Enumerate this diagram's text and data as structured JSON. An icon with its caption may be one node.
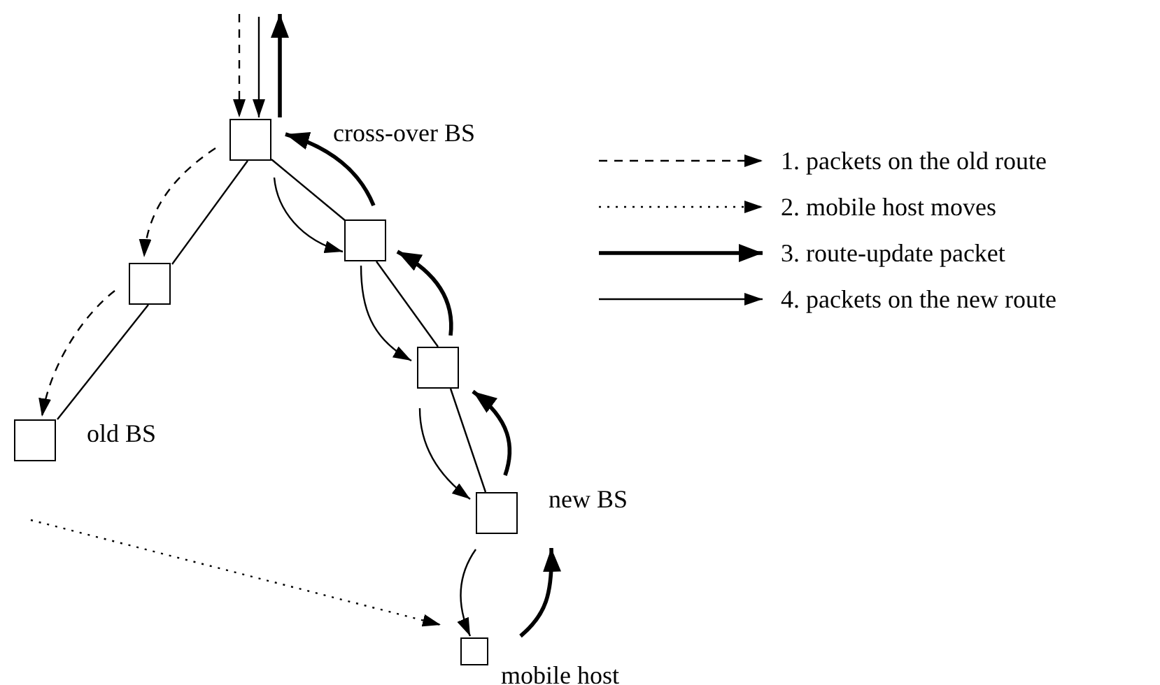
{
  "diagram": {
    "nodes": [
      {
        "text": [],
        "shape": "box",
        "beside": [
          "cross-over BS"
        ]
      },
      {
        "text": [],
        "shape": "box"
      },
      {
        "text": [],
        "shape": "box",
        "beside": [
          "old BS"
        ]
      },
      {
        "text": [],
        "shape": "box"
      },
      {
        "text": [],
        "shape": "box"
      },
      {
        "text": [],
        "shape": "box",
        "beside": [
          "new BS"
        ]
      },
      {
        "text": [],
        "shape": "box",
        "beside": [
          "mobile host"
        ]
      }
    ],
    "edges": [
      {
        "from": 0,
        "to": 1,
        "arrow": "none"
      },
      {
        "from": 1,
        "to": 2,
        "arrow": "none"
      },
      {
        "from": 0,
        "to": 3,
        "arrow": "none"
      },
      {
        "from": 3,
        "to": 4,
        "arrow": "none"
      },
      {
        "from": 4,
        "to": 5,
        "arrow": "none"
      },
      {
        "from": null,
        "to": 0,
        "arrow": "to",
        "style": "dashed"
      },
      {
        "from": null,
        "to": 0,
        "arrow": "to"
      },
      {
        "from": 0,
        "to": null,
        "arrow": "to",
        "style": "thick"
      },
      {
        "from": 0,
        "to": 1,
        "arrow": "to",
        "style": "dashed"
      },
      {
        "from": 1,
        "to": 2,
        "arrow": "to",
        "style": "dashed"
      },
      {
        "from": 0,
        "to": 3,
        "arrow": "to"
      },
      {
        "from": 3,
        "to": 4,
        "arrow": "to"
      },
      {
        "from": 4,
        "to": 5,
        "arrow": "to"
      },
      {
        "from": 5,
        "to": 6,
        "arrow": "to"
      },
      {
        "from": 6,
        "to": 5,
        "arrow": "to",
        "style": "thick"
      },
      {
        "from": 5,
        "to": 4,
        "arrow": "to",
        "style": "thick"
      },
      {
        "from": 4,
        "to": 3,
        "arrow": "to",
        "style": "thick"
      },
      {
        "from": 3,
        "to": 0,
        "arrow": "to",
        "style": "thick"
      },
      {
        "from": null,
        "to": 6,
        "arrow": "to",
        "style": "dashed"
      }
    ],
    "legend": [
      {
        "text": "1. packets on the old route"
      },
      {
        "text": "2. mobile host moves"
      },
      {
        "text": "3. route-update packet"
      },
      {
        "text": "4. packets on the new route"
      }
    ]
  }
}
